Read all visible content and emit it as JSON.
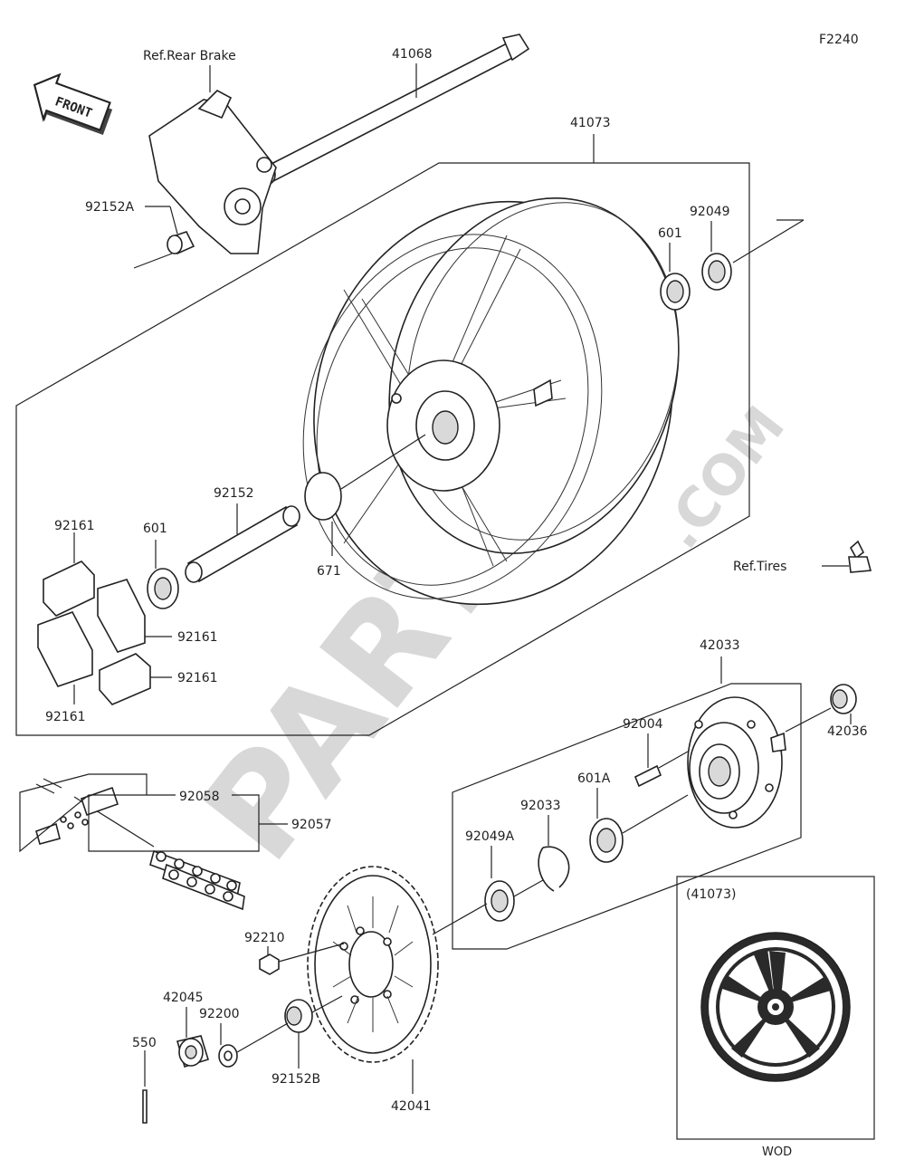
{
  "diagram_id": "F2240",
  "watermark": {
    "brand": "PARTS",
    "suffix": ".COM"
  },
  "front_arrow_label": "FRONT",
  "inset": {
    "title": "(41073)",
    "code": "WOD"
  },
  "labels": {
    "ref_rear_brake": "Ref.Rear Brake",
    "ref_tires": "Ref.Tires",
    "p41068": "41068",
    "p41073": "41073",
    "p92049": "92049",
    "p601_top": "601",
    "p92152A": "92152A",
    "p92152": "92152",
    "p601_left": "601",
    "p671": "671",
    "p92161_a": "92161",
    "p92161_b": "92161",
    "p92161_c": "92161",
    "p92161_d": "92161",
    "p42033": "42033",
    "p42036": "42036",
    "p92004": "92004",
    "p601A": "601A",
    "p92033": "92033",
    "p92049A": "92049A",
    "p92058": "92058",
    "p92057": "92057",
    "p92210": "92210",
    "p92200": "92200",
    "p42045": "42045",
    "p550": "550",
    "p92152B": "92152B",
    "p42041": "42041"
  }
}
